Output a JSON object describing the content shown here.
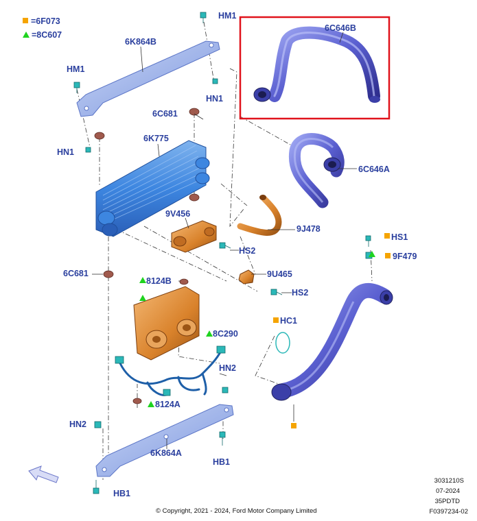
{
  "legend": {
    "square_code": "=6F073",
    "triangle_code": "=8C607",
    "square_color": "#f5a400",
    "triangle_color": "#1fd31f"
  },
  "labels": {
    "hm1_top": "HM1",
    "hm1_left": "HM1",
    "k864b": "6K864B",
    "c646b": "6C646B",
    "hn1_right": "HN1",
    "c681_top": "6C681",
    "k775": "6K775",
    "hn1_left": "HN1",
    "c646a": "6C646A",
    "v456": "9V456",
    "j478": "9J478",
    "hs2_a": "HS2",
    "hs1": "HS1",
    "f479": "9F479",
    "c681_left": "6C681",
    "u465": "9U465",
    "b8124": "8124B",
    "hs2_b": "HS2",
    "hc1": "HC1",
    "c290": "8C290",
    "hn2_right": "HN2",
    "a8124": "8124A",
    "hn2_left": "HN2",
    "k864a": "6K864A",
    "hb1_right": "HB1",
    "hb1_left": "HB1"
  },
  "footer": {
    "copyright": "© Copyright, 2021 - 2024, Ford Motor Company Limited",
    "code1": "3031210S",
    "date": "07-2024",
    "code2": "35PDTD",
    "code3": "F0397234-02"
  },
  "colors": {
    "label": "#2a3f9e",
    "highlight": "#e0121b",
    "part_blue": "#5a5fd0",
    "part_orange": "#d9822b",
    "fastener": "#2bb8b8"
  }
}
